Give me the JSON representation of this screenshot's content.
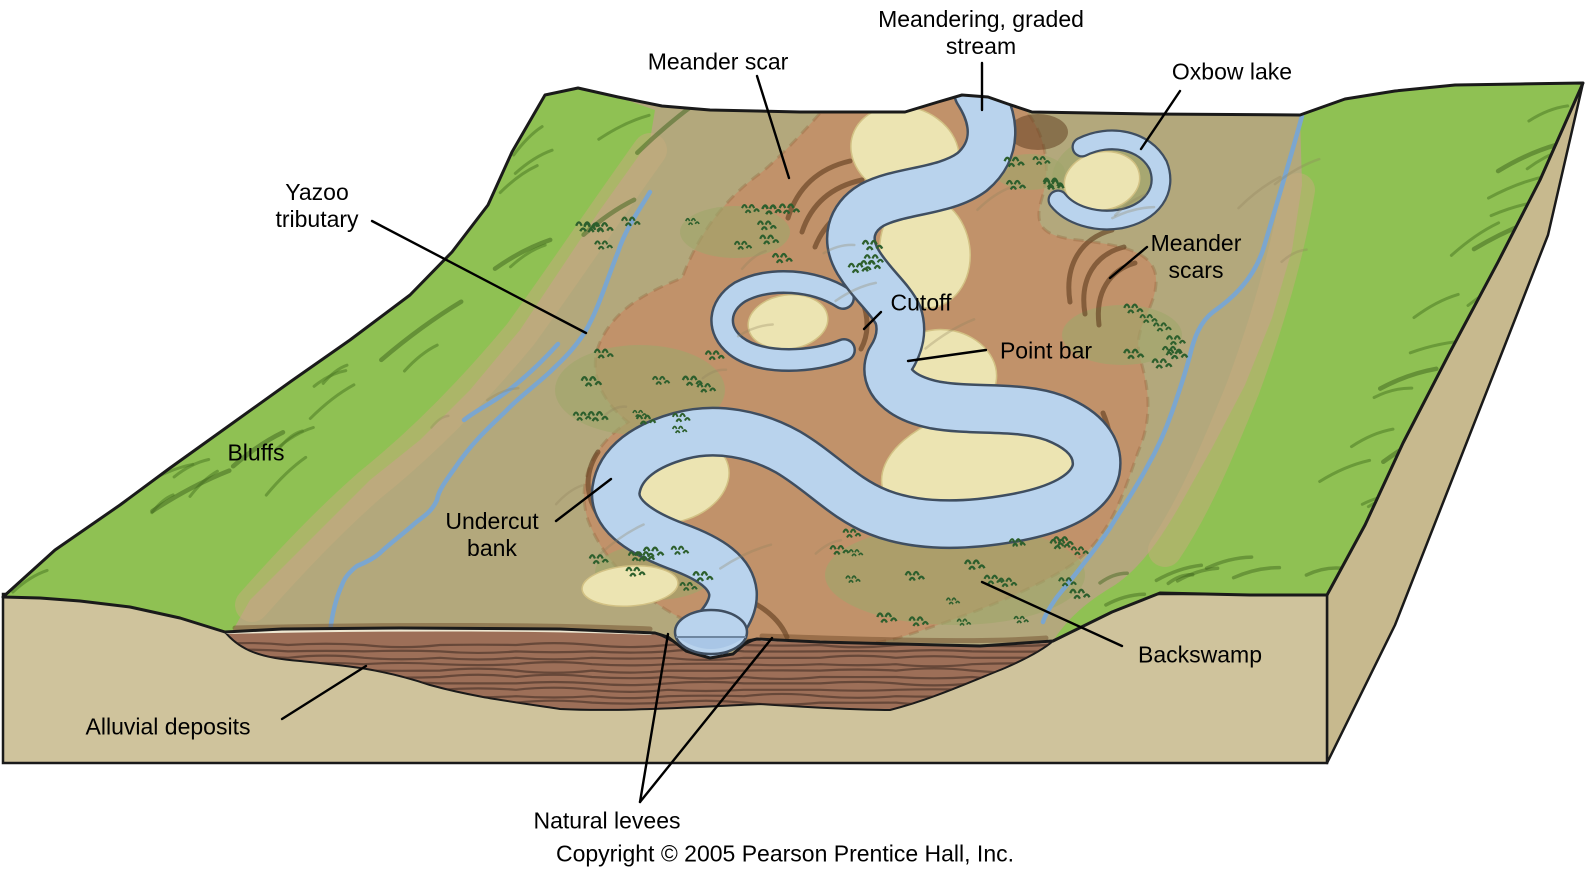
{
  "figure": {
    "labels": {
      "meandering_graded_stream": "Meandering, graded\nstream",
      "meander_scar": "Meander scar",
      "oxbow_lake": "Oxbow lake",
      "meander_scars": "Meander\nscars",
      "yazoo_tributary": "Yazoo\ntributary",
      "bluffs": "Bluffs",
      "cutoff": "Cutoff",
      "point_bar": "Point bar",
      "undercut_bank": "Undercut\nbank",
      "backswamp": "Backswamp",
      "alluvial_deposits": "Alluvial deposits",
      "natural_levees": "Natural levees"
    },
    "copyright": "Copyright © 2005 Pearson Prentice Hall, Inc.",
    "colors": {
      "background": "#ffffff",
      "hill_green": "#8fc153",
      "hill_green_dark": "#3b611b",
      "floodplain_tan": "#b3a87c",
      "meander_belt_brown": "#c29068",
      "bank_dark_brown": "#5e3a1c",
      "sand_bar": "#ece4b2",
      "river_blue": "#b9d3ed",
      "river_outline": "#3f4e60",
      "stream_blue": "#7ba6cf",
      "block_face_tan": "#cfc39c",
      "block_side_tan": "#c7b98e",
      "alluvium_brown": "#9d6f58",
      "alluvium_line": "#3a2820",
      "levee_cream": "#efe8d2",
      "backswamp_green": "#9fa66b",
      "outline_black": "#1a1a1a",
      "label_text": "#000000"
    }
  }
}
